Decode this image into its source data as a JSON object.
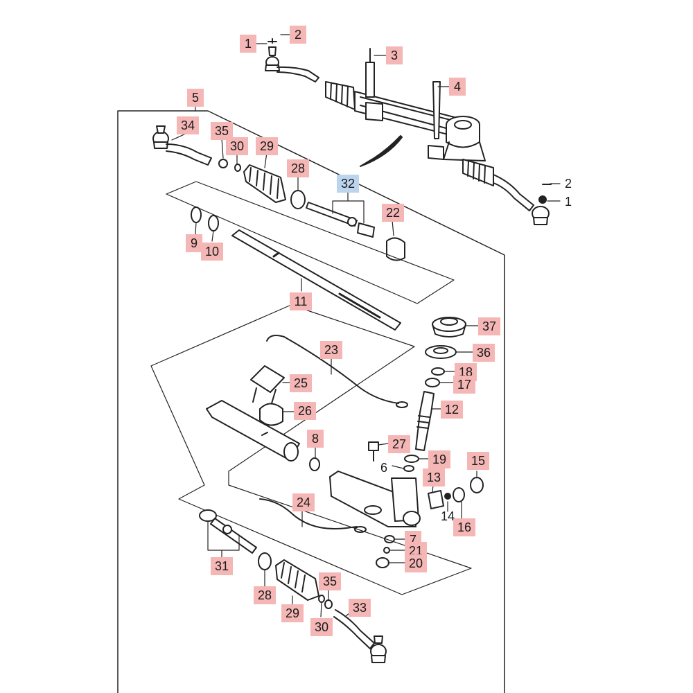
{
  "diagram": {
    "callouts": [
      {
        "id": "c-1a",
        "text": "1"
      },
      {
        "id": "c-2a",
        "text": "2"
      },
      {
        "id": "c-3",
        "text": "3"
      },
      {
        "id": "c-4",
        "text": "4"
      },
      {
        "id": "c-5",
        "text": "5"
      },
      {
        "id": "c-34",
        "text": "34"
      },
      {
        "id": "c-35a",
        "text": "35"
      },
      {
        "id": "c-30a",
        "text": "30"
      },
      {
        "id": "c-29a",
        "text": "29"
      },
      {
        "id": "c-28a",
        "text": "28"
      },
      {
        "id": "c-32",
        "text": "32"
      },
      {
        "id": "c-2b",
        "text": "2"
      },
      {
        "id": "c-1b",
        "text": "1"
      },
      {
        "id": "c-22",
        "text": "22"
      },
      {
        "id": "c-9",
        "text": "9"
      },
      {
        "id": "c-10",
        "text": "10"
      },
      {
        "id": "c-11",
        "text": "11"
      },
      {
        "id": "c-37",
        "text": "37"
      },
      {
        "id": "c-36",
        "text": "36"
      },
      {
        "id": "c-23",
        "text": "23"
      },
      {
        "id": "c-18",
        "text": "18"
      },
      {
        "id": "c-17",
        "text": "17"
      },
      {
        "id": "c-25",
        "text": "25"
      },
      {
        "id": "c-26",
        "text": "26"
      },
      {
        "id": "c-12",
        "text": "12"
      },
      {
        "id": "c-8",
        "text": "8"
      },
      {
        "id": "c-27",
        "text": "27"
      },
      {
        "id": "c-19",
        "text": "19"
      },
      {
        "id": "c-6",
        "text": "6"
      },
      {
        "id": "c-15",
        "text": "15"
      },
      {
        "id": "c-13",
        "text": "13"
      },
      {
        "id": "c-24",
        "text": "24"
      },
      {
        "id": "c-14",
        "text": "14"
      },
      {
        "id": "c-16",
        "text": "16"
      },
      {
        "id": "c-7",
        "text": "7"
      },
      {
        "id": "c-21",
        "text": "21"
      },
      {
        "id": "c-20",
        "text": "20"
      },
      {
        "id": "c-31",
        "text": "31"
      },
      {
        "id": "c-35b",
        "text": "35"
      },
      {
        "id": "c-28b",
        "text": "28"
      },
      {
        "id": "c-29b",
        "text": "29"
      },
      {
        "id": "c-33",
        "text": "33"
      },
      {
        "id": "c-30b",
        "text": "30"
      }
    ],
    "colors": {
      "callout_bg": "#f5b6b6",
      "callout_highlight_bg": "#bcd4ee",
      "line": "#222222"
    }
  }
}
